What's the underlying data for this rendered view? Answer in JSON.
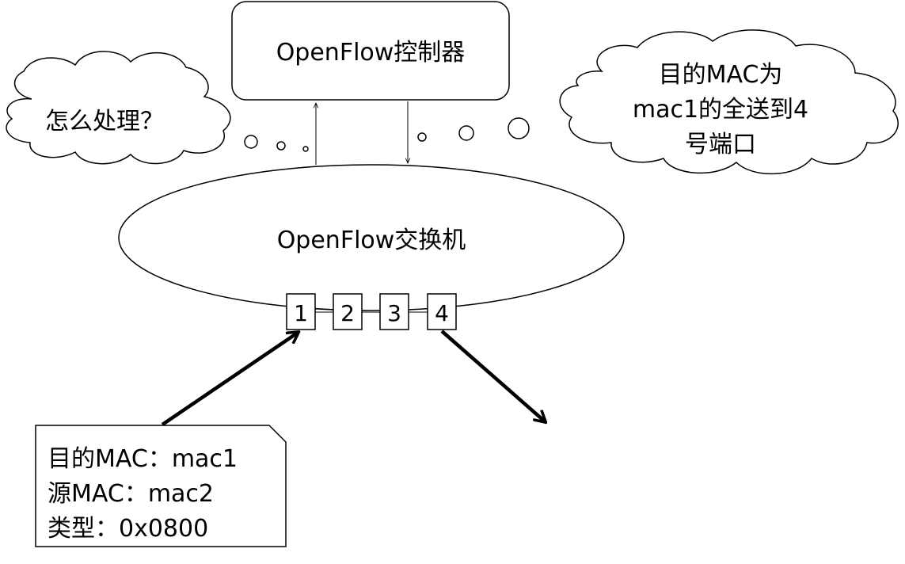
{
  "controller": {
    "label": "OpenFlow控制器"
  },
  "switch": {
    "label": "OpenFlow交换机"
  },
  "ports": [
    {
      "label": "1"
    },
    {
      "label": "2"
    },
    {
      "label": "3"
    },
    {
      "label": "4"
    }
  ],
  "thought_left": {
    "text": "怎么处理？"
  },
  "thought_right": {
    "lines": [
      "目的MAC为",
      "mac1的全送到4",
      "号端口"
    ]
  },
  "packet": {
    "lines": [
      "目的MAC：mac1",
      "源MAC：mac2",
      "类型：0x0800"
    ]
  },
  "colors": {
    "stroke": "#000000",
    "fill": "#ffffff"
  }
}
